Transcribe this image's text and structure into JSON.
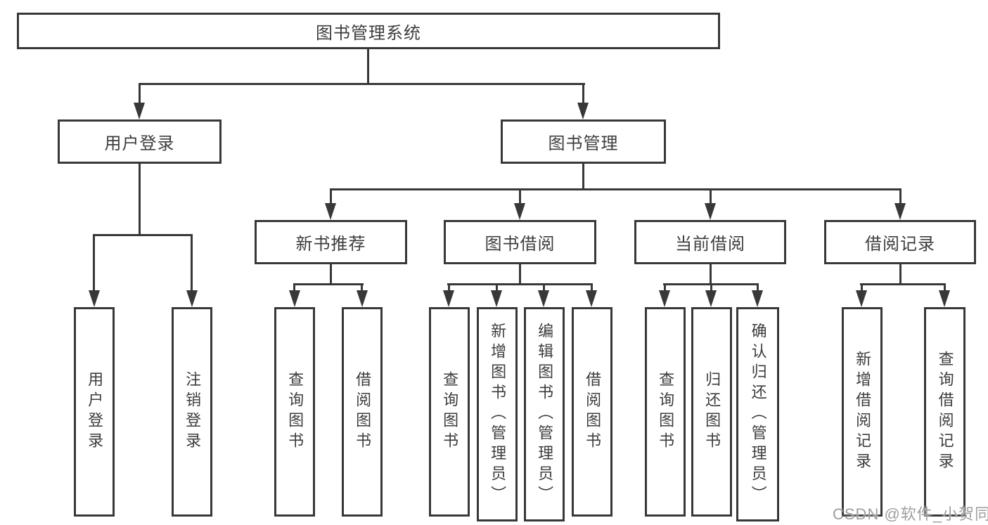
{
  "colors": {
    "line": "#383838",
    "text": "#3d3d3d",
    "watermark": "#9e9e9e",
    "background": "#ffffff"
  },
  "watermark": {
    "text": "CSDN @软件_小贺同学"
  },
  "tree": {
    "root": {
      "label": "图书管理系统"
    },
    "branches": [
      {
        "label": "用户登录",
        "children": [
          {
            "label": "用户登录"
          },
          {
            "label": "注销登录"
          }
        ]
      },
      {
        "label": "图书管理",
        "children": [
          {
            "label": "新书推荐",
            "children": [
              {
                "label": "查询图书"
              },
              {
                "label": "借阅图书"
              }
            ]
          },
          {
            "label": "图书借阅",
            "children": [
              {
                "label": "查询图书"
              },
              {
                "label": "新增图书（管理员）"
              },
              {
                "label": "编辑图书（管理员）"
              },
              {
                "label": "借阅图书"
              }
            ]
          },
          {
            "label": "当前借阅",
            "children": [
              {
                "label": "查询图书"
              },
              {
                "label": "归还图书"
              },
              {
                "label": "确认归还（管理员）"
              }
            ]
          },
          {
            "label": "借阅记录",
            "children": [
              {
                "label": "新增借阅记录"
              },
              {
                "label": "查询借阅记录"
              }
            ]
          }
        ]
      }
    ]
  }
}
